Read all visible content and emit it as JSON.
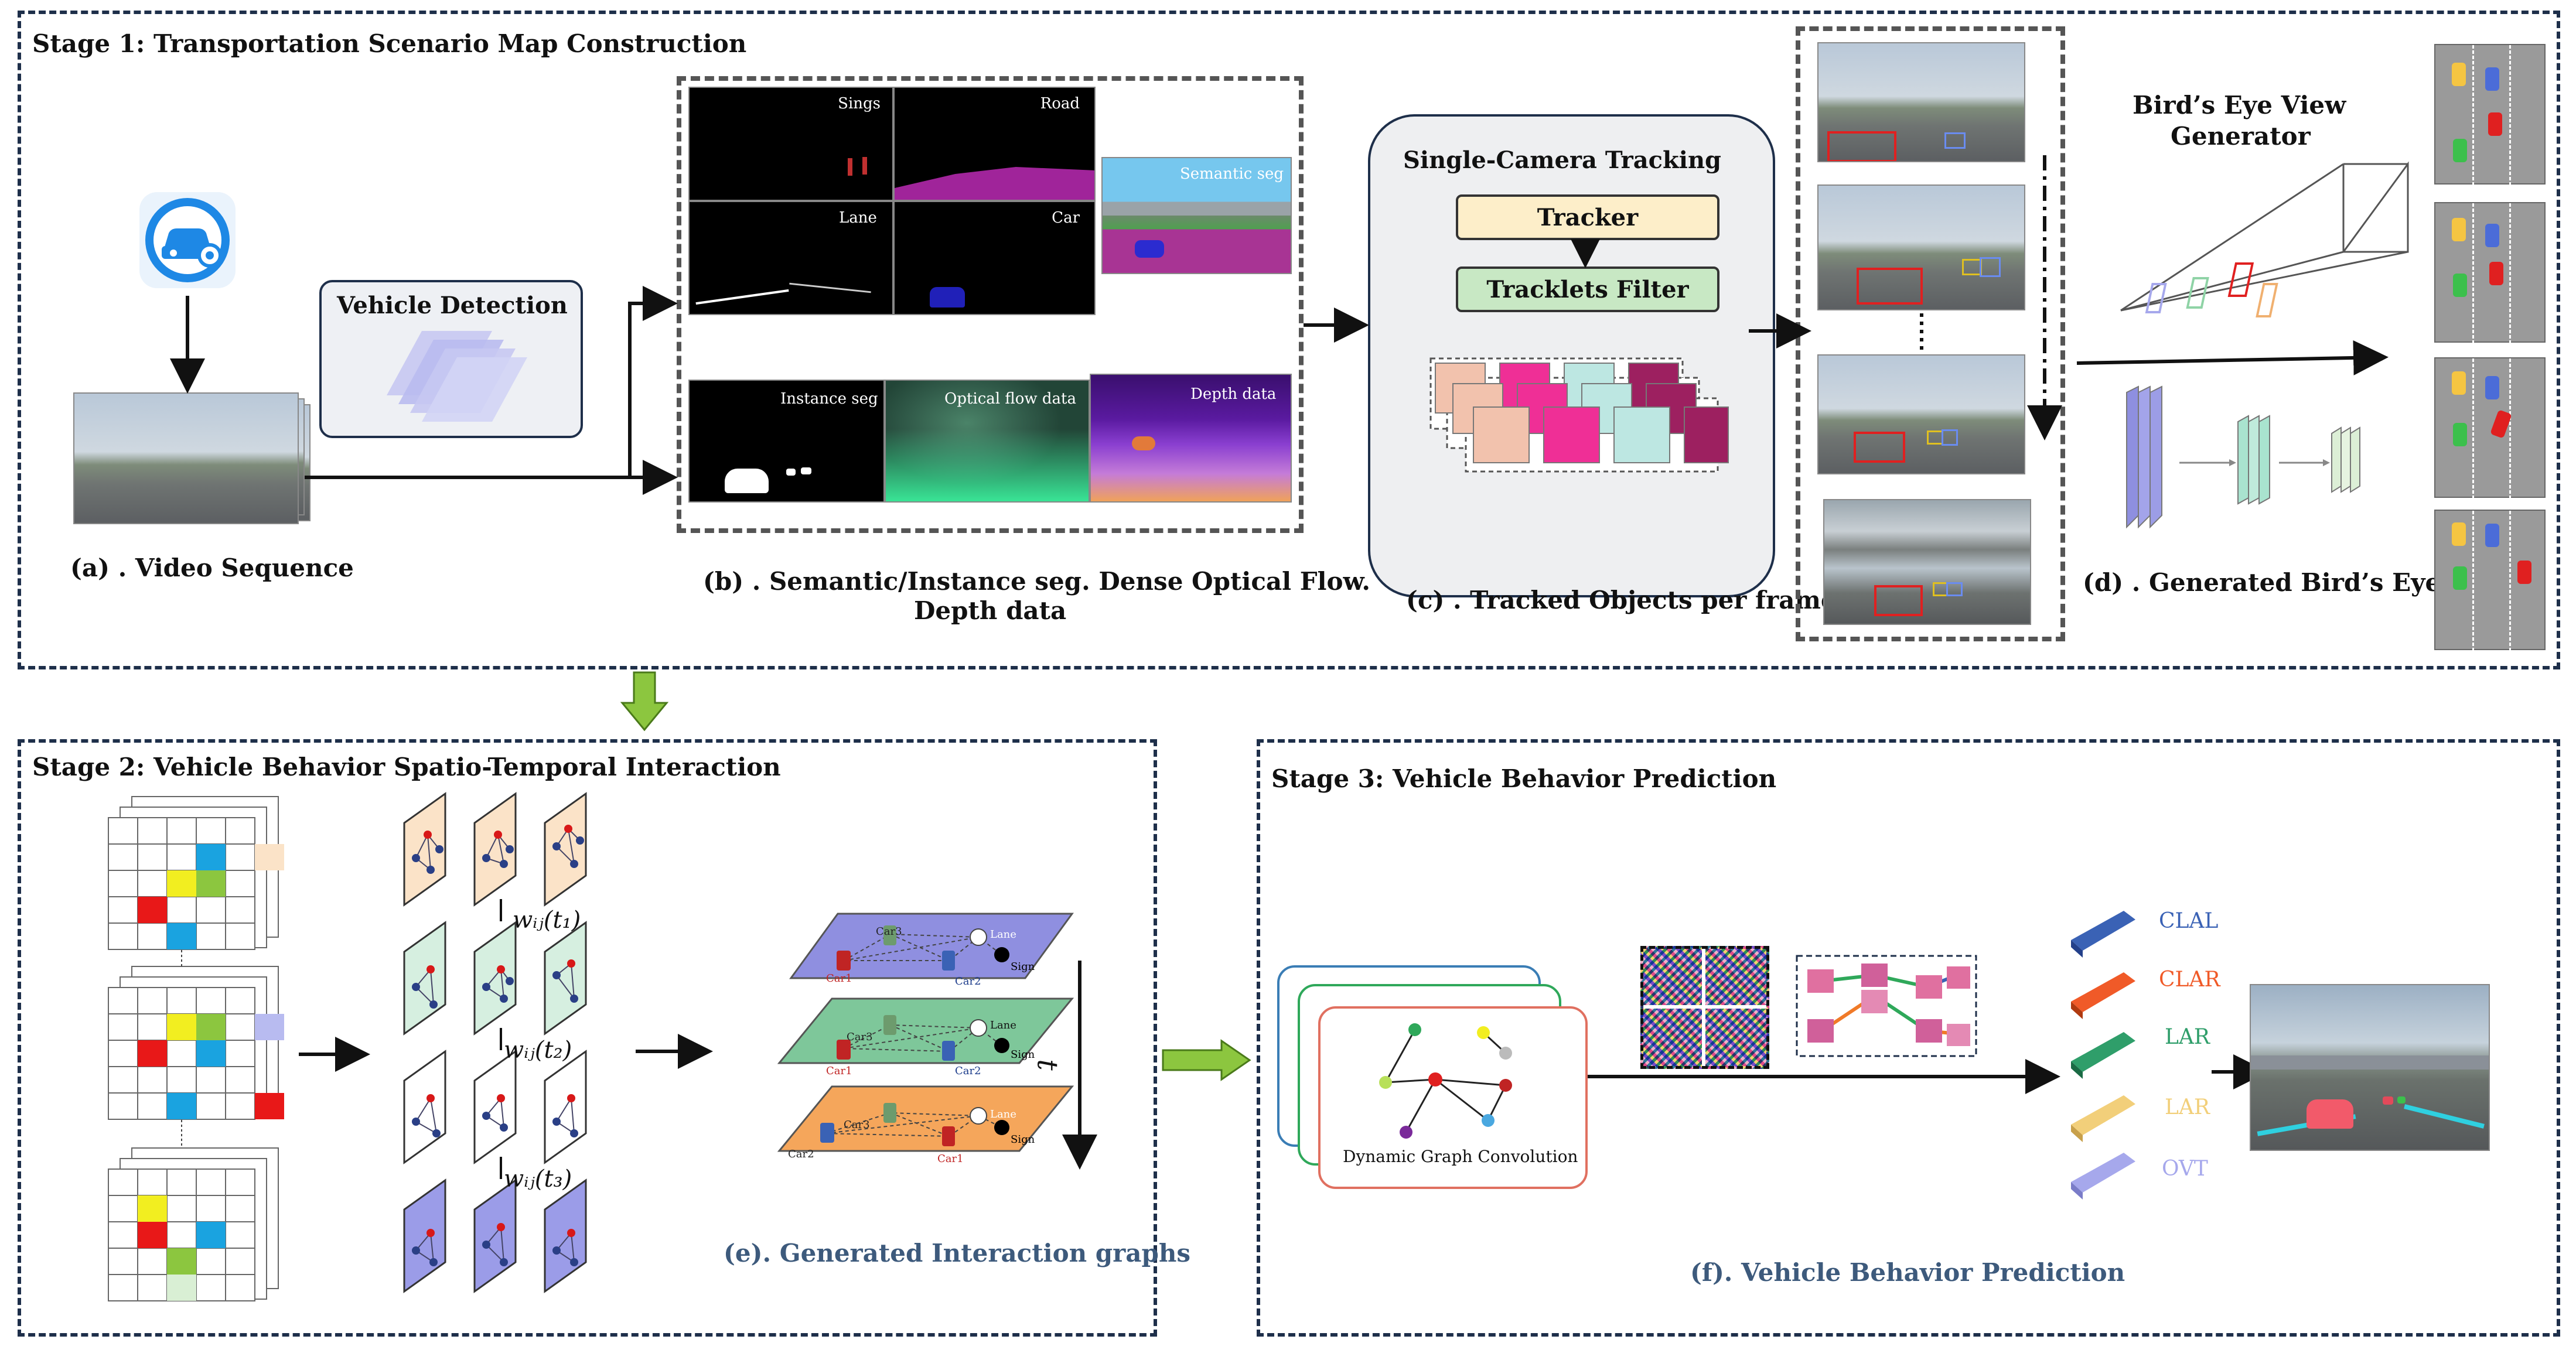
{
  "stage1": {
    "title": "Stage 1: Transportation Scenario Map Construction",
    "caption_a": "(a) . Video Sequence",
    "vehicle_detection": "Vehicle Detection",
    "seg_labels": [
      "Sings",
      "Road",
      "Lane",
      "Car"
    ],
    "semantic_seg": "Semantic seg",
    "instance_seg": "Instance seg",
    "optical_flow": "Optical flow data",
    "depth_data": "Depth data",
    "caption_b_line1": "(b) . Semantic/Instance seg. Dense Optical Flow.",
    "caption_b_line2": "Depth data",
    "tracking_title": "Single-Camera Tracking",
    "tracker": "Tracker",
    "tracklets_filter": "Tracklets Filter",
    "caption_c": "(c) . Tracked Objects per frame",
    "bev_title_line1": "Bird’s Eye View",
    "bev_title_line2": "Generator",
    "caption_d": "(d) . Generated Bird’s Eye view"
  },
  "stage2": {
    "title": "Stage 2: Vehicle Behavior Spatio-Temporal Interaction",
    "weight_labels": [
      "wᵢⱼ(t₁)",
      "wᵢⱼ(t₂)",
      "wᵢⱼ(t₃)"
    ],
    "graph_labels": {
      "car1": "Car1",
      "car2": "Car2",
      "car3": "Car3",
      "lane": "Lane",
      "sign": "Sign"
    },
    "time_label": "t",
    "caption_e": "(e). Generated Interaction graphs"
  },
  "stage3": {
    "title": "Stage 3: Vehicle Behavior Prediction",
    "dgc_label": "Dynamic Graph Convolution",
    "caption_f": "(f). Vehicle Behavior Prediction",
    "classes": [
      {
        "label": "CLAL",
        "color": "#3a62b5"
      },
      {
        "label": "CLAR",
        "color": "#f05a28"
      },
      {
        "label": "LAR",
        "color": "#2f9e6a"
      },
      {
        "label": "LAR",
        "color": "#f2cf7a"
      },
      {
        "label": "OVT",
        "color": "#a6a8ec"
      }
    ]
  },
  "colors": {
    "stage_border": "#1e2f4a",
    "tracker_fill": "#fdeec9",
    "filter_fill": "#c8e8c4",
    "arrow_green": "#8cc63f",
    "icon_blue": "#1e88e5",
    "graph_orange": "#f5a65b",
    "graph_green": "#7ec79a",
    "graph_purple": "#8f8fe0"
  }
}
